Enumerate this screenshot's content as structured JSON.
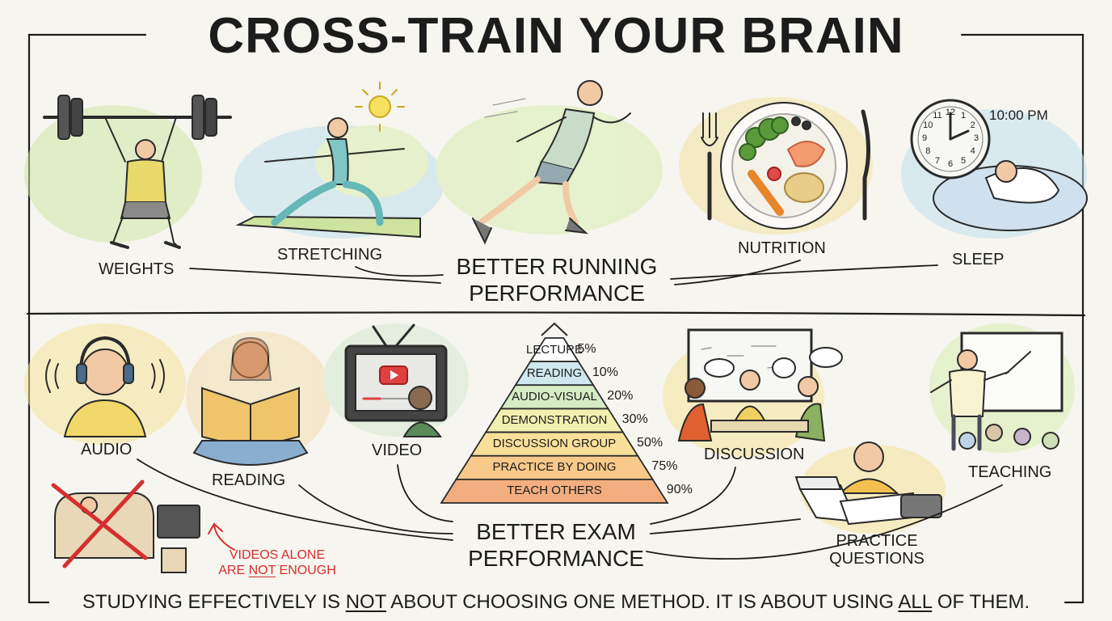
{
  "title": "CROSS-TRAIN YOUR BRAIN",
  "running": {
    "goal_line1": "BETTER RUNNING",
    "goal_line2": "PERFORMANCE",
    "methods": {
      "weights": "WEIGHTS",
      "stretching": "STRETCHING",
      "nutrition": "NUTRITION",
      "sleep": "SLEEP"
    },
    "clock_time": "10:00 PM",
    "clock_numerals": [
      "12",
      "1",
      "2",
      "3",
      "4",
      "5",
      "6",
      "7",
      "8",
      "9",
      "10",
      "11"
    ]
  },
  "exam": {
    "goal_line1": "BETTER EXAM",
    "goal_line2": "PERFORMANCE",
    "methods": {
      "audio": "AUDIO",
      "reading": "READING",
      "video": "VIDEO",
      "discussion": "DISCUSSION",
      "teaching": "TEACHING",
      "practice_line1": "PRACTICE",
      "practice_line2": "QUESTIONS"
    },
    "pyramid": [
      {
        "label": "LECTURE",
        "pct": "5%",
        "color": "#ffffff"
      },
      {
        "label": "READING",
        "pct": "10%",
        "color": "#cfe8ee"
      },
      {
        "label": "AUDIO-VISUAL",
        "pct": "20%",
        "color": "#d5ecc4"
      },
      {
        "label": "DEMONSTRATION",
        "pct": "30%",
        "color": "#f3efb0"
      },
      {
        "label": "DISCUSSION GROUP",
        "pct": "50%",
        "color": "#f8e09a"
      },
      {
        "label": "PRACTICE BY DOING",
        "pct": "75%",
        "color": "#f7c98a"
      },
      {
        "label": "TEACH OTHERS",
        "pct": "90%",
        "color": "#f2ae7e"
      }
    ],
    "warning_line1": "VIDEOS ALONE",
    "warning_line2a": "ARE ",
    "warning_not": "NOT",
    "warning_line2b": " ENOUGH"
  },
  "footer": {
    "part1": "STUDYING EFFECTIVELY IS ",
    "not": "NOT",
    "part2": " ABOUT CHOOSING ONE METHOD. IT IS ABOUT USING ",
    "all": "ALL",
    "part3": " OF THEM."
  },
  "colors": {
    "ink": "#1c1c1c",
    "warning_red": "#d62e2e",
    "wash_green": "#cfe6a6",
    "wash_yellow": "#f6e49a",
    "wash_blue": "#bfe0ec"
  }
}
